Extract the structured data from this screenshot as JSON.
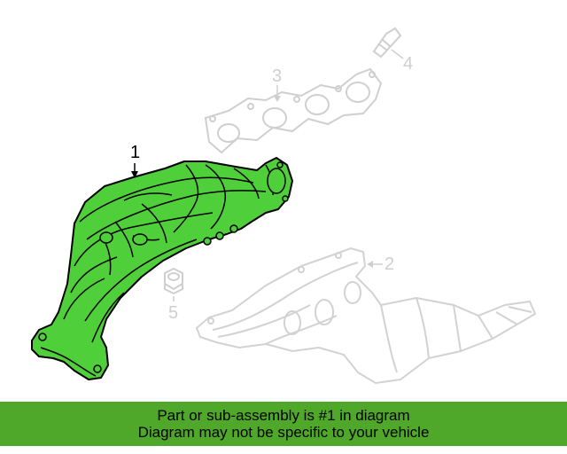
{
  "callouts": {
    "part1": "1",
    "part2": "2",
    "part3": "3",
    "part4": "4",
    "part5": "5"
  },
  "banner": {
    "line1": "Part or sub-assembly is #1 in diagram",
    "line2": "Diagram may not be specific to your vehicle"
  },
  "colors": {
    "highlight": "#4fd03a",
    "banner": "#4fa82a",
    "faded_line": "#cfcfcf"
  }
}
